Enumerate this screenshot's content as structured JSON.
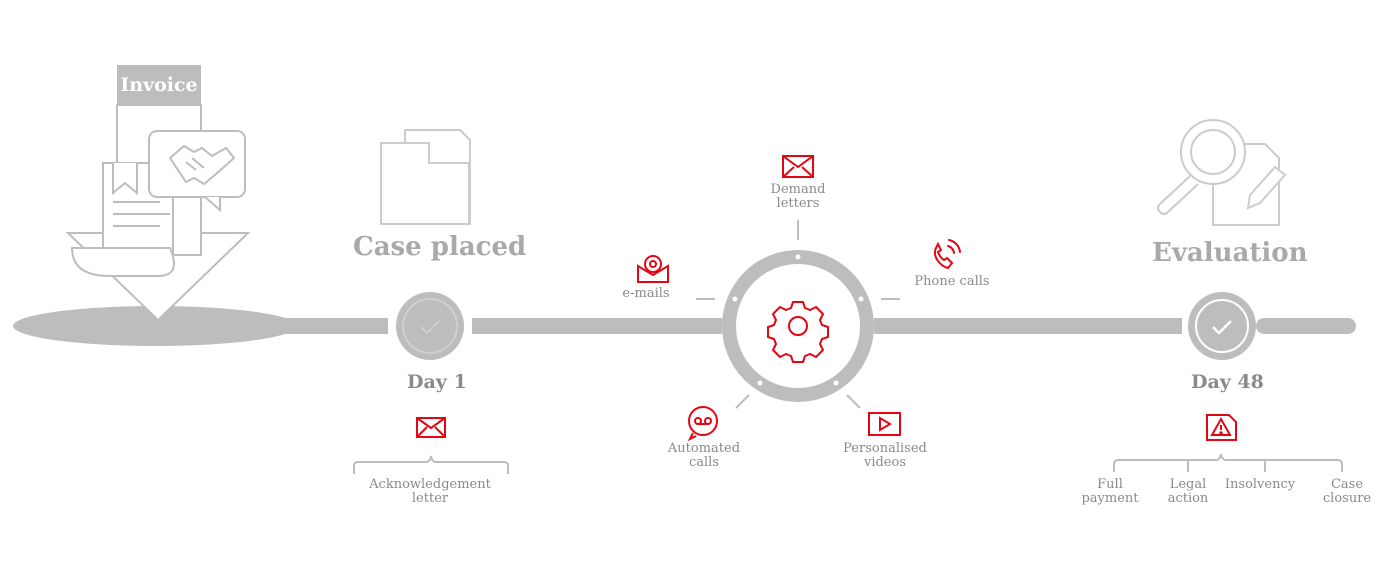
{
  "colors": {
    "accent": "#e30613",
    "grey": "#bdbdbd",
    "text": "#8a8a8a"
  },
  "invoice": {
    "label": "Invoice"
  },
  "steps": {
    "case_placed": {
      "heading": "Case placed",
      "day": "Day 1",
      "output": [
        "Acknowledgement",
        "letter"
      ]
    },
    "evaluation": {
      "heading": "Evaluation",
      "day": "Day 48"
    }
  },
  "channels": {
    "demand_letters": [
      "Demand",
      "letters"
    ],
    "emails": [
      "e-mails"
    ],
    "phone_calls": [
      "Phone calls"
    ],
    "automated_calls": [
      "Automated",
      "calls"
    ],
    "personalised_videos": [
      "Personalised",
      "videos"
    ]
  },
  "outcomes": [
    [
      "Full",
      "payment"
    ],
    [
      "Legal",
      "action"
    ],
    [
      "Insolvency"
    ],
    [
      "Case",
      "closure"
    ]
  ],
  "icons": [
    "document-stack-icon",
    "handshake-icon",
    "envelope-icon",
    "at-mail-icon",
    "phone-icon",
    "gear-icon",
    "voicemail-icon",
    "video-play-icon",
    "magnifier-document-icon",
    "pencil-icon",
    "warning-document-icon",
    "check-icon"
  ]
}
